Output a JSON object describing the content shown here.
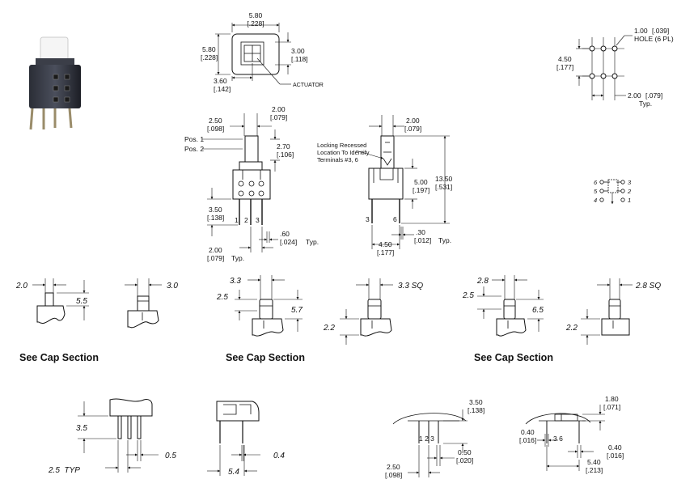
{
  "top_view": {
    "width_mm": "5.80",
    "width_in": "[.228]",
    "height_mm": "5.80",
    "height_in": "[.228]",
    "inner_mm": "3.00",
    "inner_in": "[.118]",
    "offset_mm": "3.60",
    "offset_in": "[.142]",
    "actuator_label": "ACTUATOR"
  },
  "front_view": {
    "pos1": "Pos. 1",
    "pos2": "Pos. 2",
    "top_mm": "2.50",
    "top_in": "[.098]",
    "right_mm": "2.00",
    "right_in": "[.079]",
    "travel_mm": "2.70",
    "travel_in": "[.106]",
    "pin_mm": "3.50",
    "pin_in": "[.138]",
    "pin_labels": [
      "1",
      "2",
      "3"
    ],
    "pitch_mm": "2.00",
    "pitch_in": "[.079]",
    "pitch_typ": "Typ.",
    "pin_w_mm": ".60",
    "pin_w_in": "[.024]",
    "pin_w_typ": "Typ."
  },
  "side_view": {
    "top_mm": "2.00",
    "top_in": "[.079]",
    "note_lines": [
      "Locking Recessed",
      "Location To Identify",
      "Terminals #3, 6"
    ],
    "body_mm": "5.00",
    "body_in": "[.197]",
    "total_mm": "13.50",
    "total_in": "[.531]",
    "pin_labels": [
      "3",
      "6"
    ],
    "pin_t_mm": ".30",
    "pin_t_in": "[.012]",
    "pin_t_typ": "Typ.",
    "width_mm": "4.50",
    "width_in": "[.177]"
  },
  "hole_pattern": {
    "hole_mm": "1.00",
    "hole_in": "[.039]",
    "hole_note": "HOLE (6 PL)",
    "row_mm": "4.50",
    "row_in": "[.177]",
    "pitch_mm": "2.00",
    "pitch_in": "[.079]",
    "pitch_typ": "Typ."
  },
  "schematic": {
    "left": [
      "6",
      "5",
      "4"
    ],
    "right": [
      "3",
      "2",
      "1"
    ]
  },
  "caps": [
    {
      "w": "2.0",
      "h": "5.5"
    },
    {
      "w": "3.0"
    },
    {
      "w": "3.3",
      "top": "2.5",
      "h": "5.7",
      "base": "2.2",
      "sq": "3.3 SQ"
    },
    {
      "w": "2.8",
      "top": "2.5",
      "h": "6.5",
      "base": "2.2",
      "sq": "2.8 SQ"
    }
  ],
  "see_cap": "See Cap Section",
  "bottom_left": {
    "h": "3.5",
    "t": "0.5",
    "typ": "2.5  TYP",
    "w": "5.4",
    "t2": "0.4"
  },
  "bottom_right": {
    "a_mm": "3.50",
    "a_in": "[.138]",
    "b_mm": "0.50",
    "b_in": "[.020]",
    "c_mm": "2.50",
    "c_in": "[.098]",
    "pins_a": "1 2 3",
    "d_mm": "1.80",
    "d_in": "[.071]",
    "e_mm": "0.40",
    "e_in": "[.016]",
    "f_mm": "0.40",
    "f_in": "[.016]",
    "g_mm": "5.40",
    "g_in": "[.213]",
    "pins_b": "3 6"
  }
}
